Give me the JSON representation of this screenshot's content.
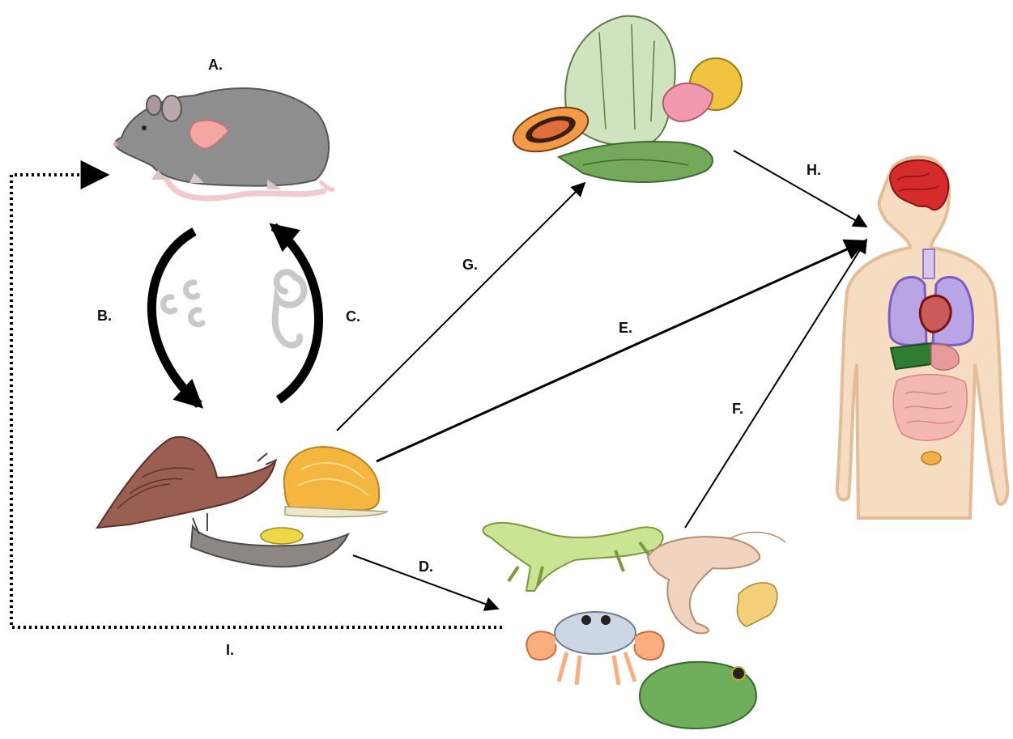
{
  "labels": {
    "a": "A.",
    "b": "B.",
    "c": "C.",
    "d": "D.",
    "e": "E.",
    "f": "F.",
    "g": "G.",
    "h": "H.",
    "i": "I."
  },
  "icons": {
    "rat": "rat-icon",
    "larvae": "larvae-icon",
    "worm": "worm-icon",
    "snails": "snails-slug-icon",
    "vegetables": "vegetables-fruit-icon",
    "human": "human-body-icon",
    "paratenic_hosts": "lizard-crab-shrimp-frog-icon"
  },
  "colors": {
    "arrow": "#000000",
    "rat_body": "#8e8e8e",
    "rat_tail": "#f2c9cc",
    "brain": "#d62b2b",
    "lungs": "#7d5cc4",
    "skin": "#f6dcc0"
  }
}
